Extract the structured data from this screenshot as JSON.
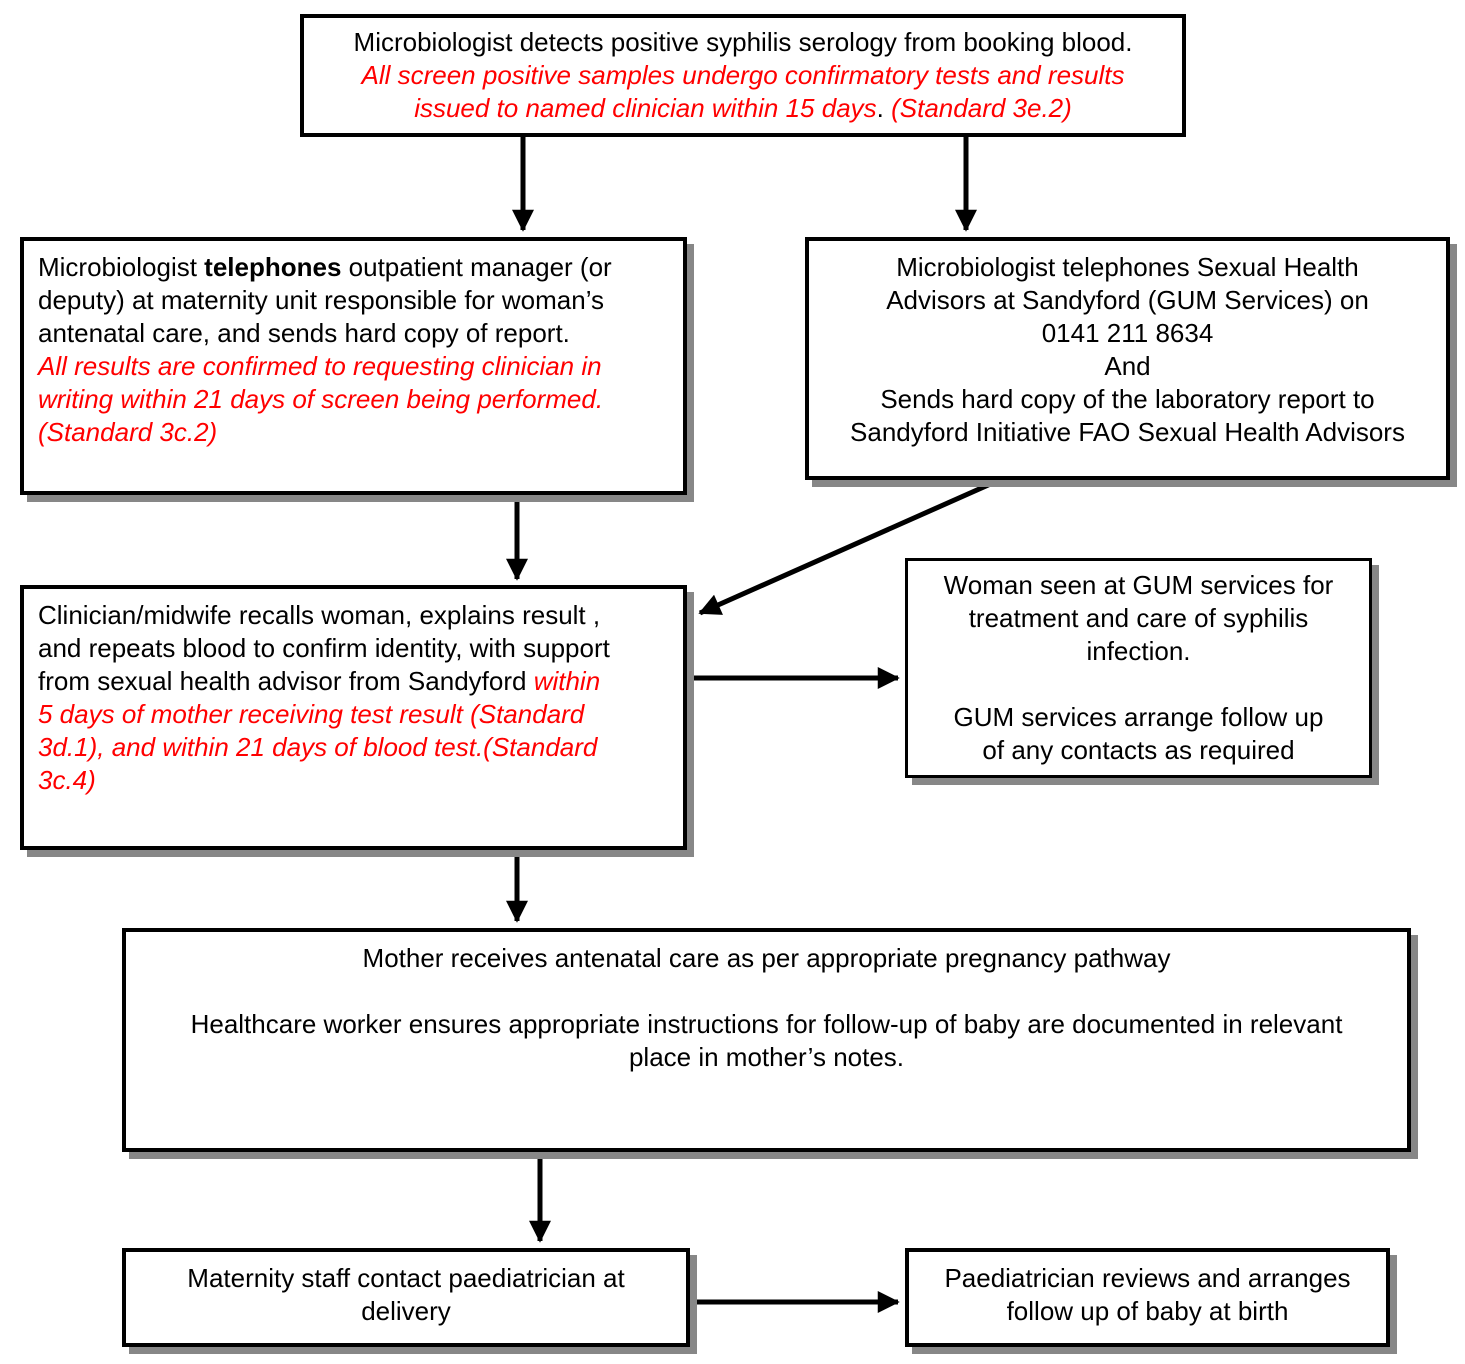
{
  "figure": {
    "kind": "clinical-pathway-flowchart",
    "colors": {
      "text": "#000000",
      "emphasis": "#ff0000",
      "box_shadow": "#878787",
      "background": "#ffffff"
    }
  },
  "boxes": {
    "detect": {
      "segments": [
        {
          "text": "Microbiologist detects positive syphilis serology from booking blood.\n",
          "style": "n"
        },
        {
          "text": "All screen positive samples undergo confirmatory tests and results\nissued to named clinician within 15 days",
          "style": "ri"
        },
        {
          "text": ".  ",
          "style": "n"
        },
        {
          "text": "(Standard 3e.2)",
          "style": "ri"
        }
      ]
    },
    "microtel": {
      "segments": [
        {
          "text": "Microbiologist ",
          "style": "n"
        },
        {
          "text": "telephones",
          "style": "b"
        },
        {
          "text": " outpatient manager (or\ndeputy) at maternity unit responsible for woman’s\nantenatal care, and sends hard copy of report.\n",
          "style": "n"
        },
        {
          "text": "All results are confirmed to requesting clinician in\nwriting within 21 days of screen being performed.\n(Standard 3c.2)",
          "style": "ri"
        }
      ]
    },
    "sandyford": {
      "text": "Microbiologist telephones Sexual Health\nAdvisors at Sandyford (GUM Services) on\n0141 211 8634\nAnd\nSends hard copy of the laboratory report to\nSandyford Initiative FAO Sexual Health Advisors"
    },
    "clinician": {
      "segments": [
        {
          "text": "Clinician/midwife recalls woman, explains result ,\nand repeats blood to confirm identity, with support\nfrom sexual health advisor from Sandyford ",
          "style": "n"
        },
        {
          "text": "within\n5 days of mother receiving test result (Standard\n3d.1), and within 21 days of blood test.(Standard\n3c.4)",
          "style": "ri"
        }
      ]
    },
    "gum": {
      "text": "Woman seen at GUM services for\ntreatment and care of syphilis\ninfection.\n\nGUM services arrange follow up\nof any contacts as required"
    },
    "mother": {
      "text": "Mother receives antenatal care as per appropriate pregnancy pathway\n\nHealthcare worker ensures appropriate instructions for follow-up of baby are documented in relevant\nplace in mother’s notes."
    },
    "maternity": {
      "text": "Maternity staff contact paediatrician at\ndelivery"
    },
    "paediatrician": {
      "text": "Paediatrician reviews and arranges\nfollow up of baby at birth"
    }
  },
  "edges": [
    {
      "from": "detect",
      "to": "microtel"
    },
    {
      "from": "detect",
      "to": "sandyford"
    },
    {
      "from": "microtel",
      "to": "clinician"
    },
    {
      "from": "sandyford",
      "to": "clinician"
    },
    {
      "from": "clinician",
      "to": "gum"
    },
    {
      "from": "clinician",
      "to": "mother"
    },
    {
      "from": "mother",
      "to": "maternity"
    },
    {
      "from": "maternity",
      "to": "paediatrician"
    }
  ]
}
